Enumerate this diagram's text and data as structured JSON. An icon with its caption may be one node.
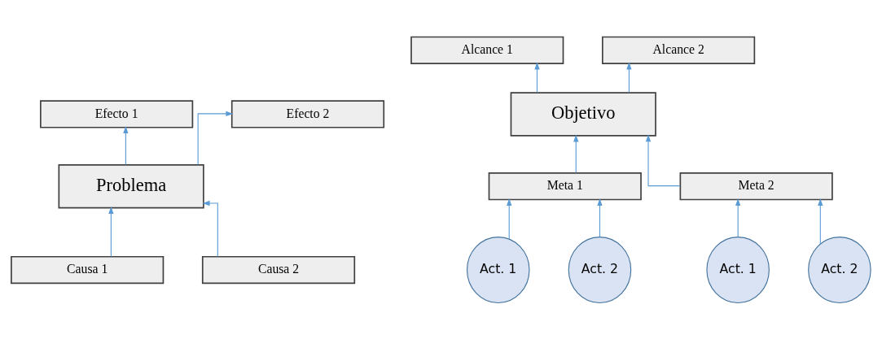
{
  "diagram": {
    "nodes": [
      {
        "text": [
          "Efecto 1"
        ]
      },
      {
        "text": [
          "Efecto 2"
        ]
      },
      {
        "text": [
          "Problema"
        ]
      },
      {
        "text": [
          "Causa 1"
        ]
      },
      {
        "text": [
          "Causa 2"
        ]
      },
      {
        "text": [
          "Alcance 1"
        ]
      },
      {
        "text": [
          "Alcance 2"
        ]
      },
      {
        "text": [
          "Objetivo"
        ]
      },
      {
        "text": [
          "Meta 1"
        ]
      },
      {
        "text": [
          "Meta 2"
        ]
      },
      {
        "text": [
          "Act. 1"
        ]
      },
      {
        "text": [
          "Act. 2"
        ]
      },
      {
        "text": [
          "Act. 1"
        ]
      },
      {
        "text": [
          "Act. 2"
        ]
      }
    ],
    "edges": [
      {
        "from": 2,
        "to": 0,
        "arrow": "to"
      },
      {
        "from": 2,
        "to": 1,
        "arrow": "to"
      },
      {
        "from": 3,
        "to": 2,
        "arrow": "to"
      },
      {
        "from": 4,
        "to": 2,
        "arrow": "to"
      },
      {
        "from": 7,
        "to": 5,
        "arrow": "to"
      },
      {
        "from": 7,
        "to": 6,
        "arrow": "to"
      },
      {
        "from": 8,
        "to": 7,
        "arrow": "to"
      },
      {
        "from": 9,
        "to": 7,
        "arrow": "to"
      },
      {
        "from": 10,
        "to": 8,
        "arrow": "to"
      },
      {
        "from": 11,
        "to": 8,
        "arrow": "to"
      },
      {
        "from": 12,
        "to": 9,
        "arrow": "to"
      },
      {
        "from": 13,
        "to": 9,
        "arrow": "to"
      }
    ]
  }
}
